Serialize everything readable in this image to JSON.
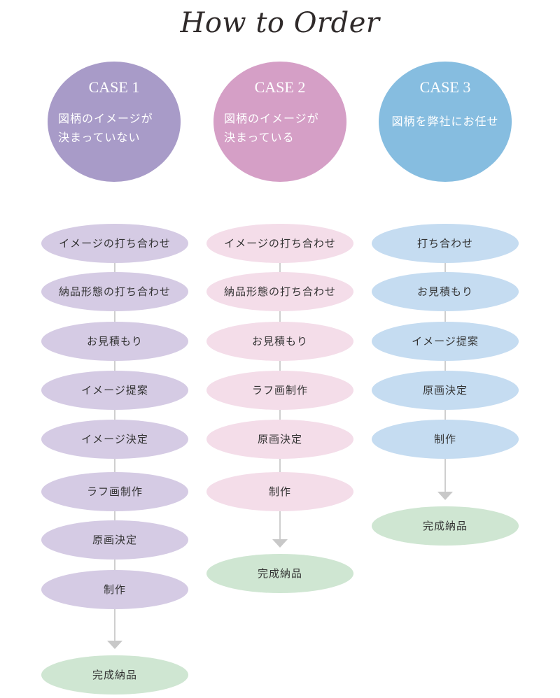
{
  "title": "How to Order",
  "colors": {
    "case1": "#a89bc8",
    "case2": "#d59fc6",
    "case3": "#86bde0",
    "step1": "#d5cbe4",
    "step2": "#f4dde9",
    "step3": "#c5dcf1",
    "final": "#cfe6d2",
    "connector": "#cfcfcf"
  },
  "columns": [
    {
      "label": "CASE 1",
      "desc_lines": [
        "図柄のイメージが",
        "決まっていない"
      ],
      "steps": [
        "イメージの打ち合わせ",
        "納品形態の打ち合わせ",
        "お見積もり",
        "イメージ提案",
        "イメージ決定",
        "ラフ画制作",
        "原画決定",
        "制作"
      ],
      "final": "完成納品"
    },
    {
      "label": "CASE 2",
      "desc_lines": [
        "図柄のイメージが",
        "決まっている"
      ],
      "steps": [
        "イメージの打ち合わせ",
        "納品形態の打ち合わせ",
        "お見積もり",
        "ラフ画制作",
        "原画決定",
        "制作"
      ],
      "final": "完成納品"
    },
    {
      "label": "CASE 3",
      "desc_lines": [
        "図柄を弊社にお任せ"
      ],
      "steps": [
        "打ち合わせ",
        "お見積もり",
        "イメージ提案",
        "原画決定",
        "制作"
      ],
      "final": "完成納品"
    }
  ]
}
